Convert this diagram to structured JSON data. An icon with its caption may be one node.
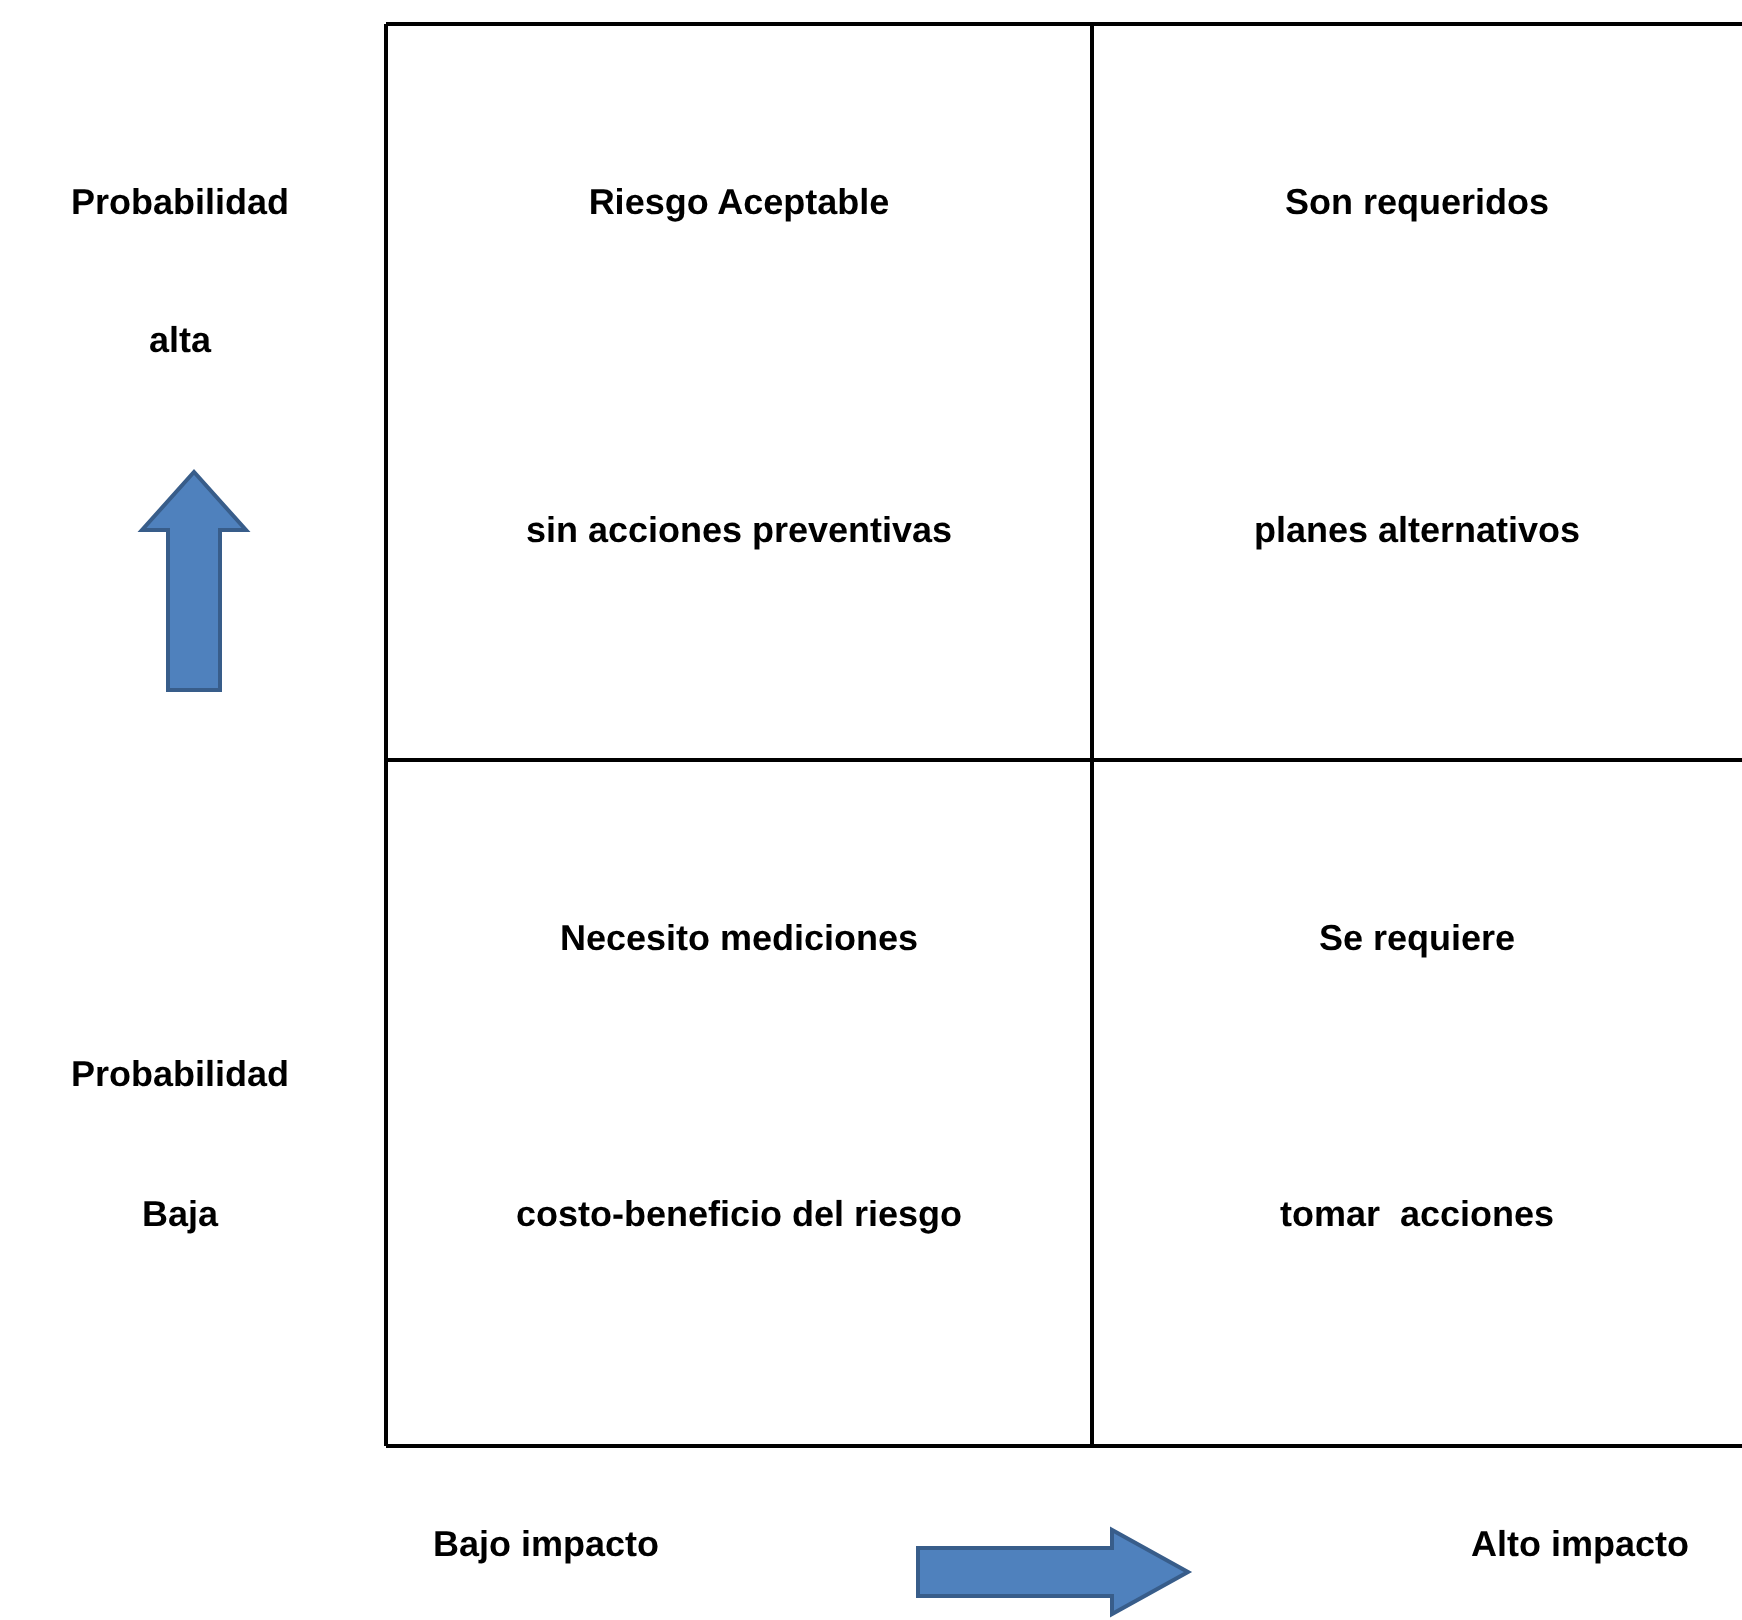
{
  "diagram": {
    "nodes": [
      {
        "text": [
          "Riesgo Aceptable",
          "sin acciones preventivas"
        ]
      },
      {
        "text": [
          "Son requeridos",
          "planes alternativos"
        ]
      },
      {
        "text": [
          "Necesito mediciones",
          "costo-beneficio del riesgo"
        ]
      },
      {
        "text": [
          "Se requiere",
          "tomar  acciones"
        ]
      }
    ],
    "labels": [
      "Probabilidad",
      "alta",
      "Probabilidad",
      "Baja",
      "Bajo impacto",
      "Alto impacto"
    ]
  }
}
